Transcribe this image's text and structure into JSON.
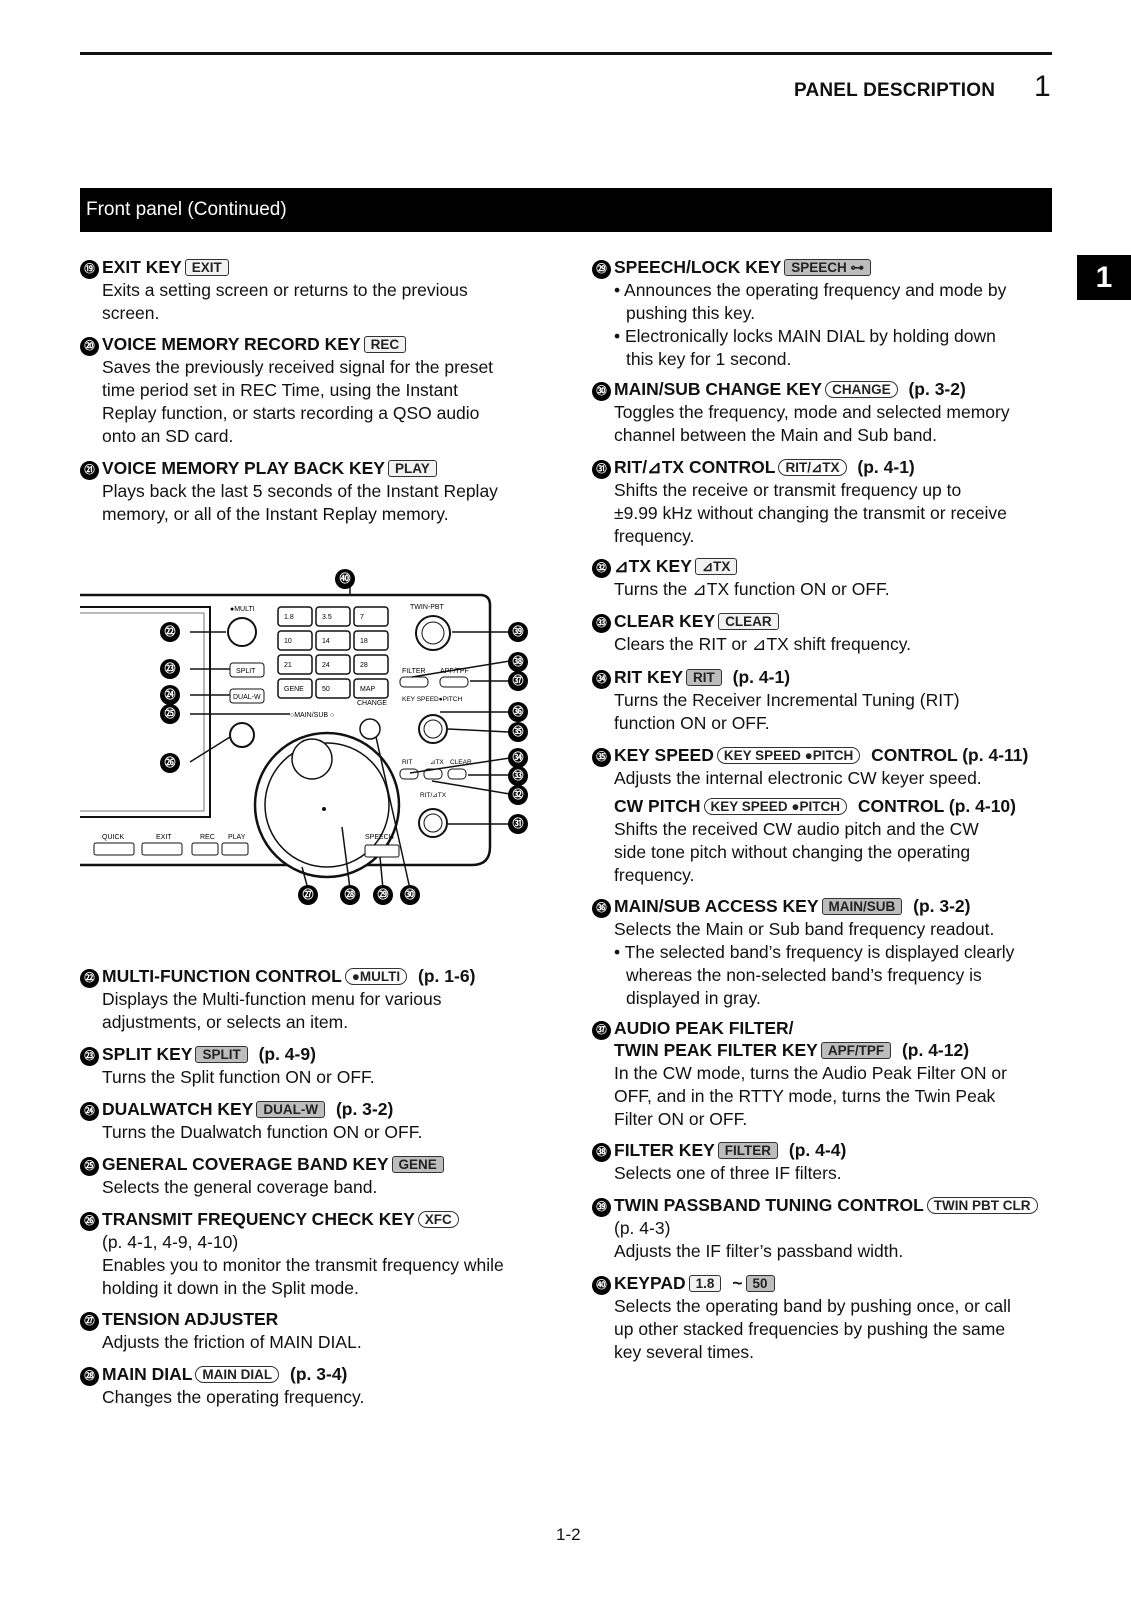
{
  "header": {
    "title": "PANEL DESCRIPTION",
    "chapter": "1",
    "section": "Front panel (Continued)",
    "side_tab": "1"
  },
  "left": [
    {
      "n": "⑲",
      "title": "EXIT KEY",
      "key": "EXIT",
      "ref": "",
      "lines": [
        "Exits a setting screen or returns to the previous",
        "screen."
      ]
    },
    {
      "n": "⑳",
      "title": "VOICE MEMORY RECORD KEY",
      "key": "REC",
      "ref": "",
      "lines": [
        "Saves the previously received signal for the preset",
        "time period set in REC Time, using the Instant",
        "Replay function, or starts recording a QSO audio",
        "onto an SD card."
      ]
    },
    {
      "n": "㉑",
      "title": "VOICE MEMORY PLAY BACK KEY",
      "key": "PLAY",
      "ref": "",
      "lines": [
        "Plays back the last 5 seconds of the Instant Replay",
        "memory, or all of the Instant Replay memory."
      ]
    },
    {
      "n": "㉒",
      "title": "MULTI-FUNCTION CONTROL",
      "key": "●MULTI",
      "ref": "(p. 1-6)",
      "lines": [
        "Displays the Multi-function menu for various",
        "adjustments, or selects an item."
      ]
    },
    {
      "n": "㉓",
      "title": "SPLIT KEY",
      "key": "SPLIT",
      "ref": "(p. 4-9)",
      "lines": [
        "Turns the Split function ON or OFF."
      ]
    },
    {
      "n": "㉔",
      "title": "DUALWATCH KEY",
      "key": "DUAL-W",
      "ref": "(p. 3-2)",
      "lines": [
        "Turns the Dualwatch function ON or OFF."
      ]
    },
    {
      "n": "㉕",
      "title": "GENERAL COVERAGE BAND KEY",
      "key": "GENE",
      "ref": "",
      "lines": [
        "Selects the general coverage band."
      ]
    },
    {
      "n": "㉖",
      "title": "TRANSMIT FREQUENCY CHECK KEY",
      "key": "XFC",
      "ref": "",
      "lines": [
        "(p. 4-1, 4-9, 4-10)",
        "Enables you to monitor the transmit frequency while",
        "holding it down in the Split mode."
      ]
    },
    {
      "n": "㉗",
      "title": "TENSION ADJUSTER",
      "key": "",
      "ref": "",
      "lines": [
        "Adjusts the friction of MAIN DIAL."
      ]
    },
    {
      "n": "㉘",
      "title": "MAIN DIAL",
      "key": "MAIN DIAL",
      "ref": "(p. 3-4)",
      "lines": [
        "Changes the operating frequency."
      ]
    }
  ],
  "right": [
    {
      "n": "㉙",
      "title": "SPEECH/LOCK KEY",
      "key": "SPEECH ⊶",
      "ref": "",
      "lines": [
        "• Announces the operating frequency and mode by",
        "pushing this key.",
        "• Electronically locks MAIN DIAL by holding down",
        "this key for 1 second."
      ]
    },
    {
      "n": "㉚",
      "title": "MAIN/SUB CHANGE KEY",
      "key": "CHANGE",
      "ref": "(p. 3-2)",
      "lines": [
        "Toggles the frequency, mode and selected memory",
        "channel between the Main and Sub band."
      ]
    },
    {
      "n": "㉛",
      "title": "RIT/⊿TX CONTROL",
      "key": "RIT/⊿TX",
      "ref": "(p. 4-1)",
      "lines": [
        "Shifts the receive or transmit frequency up to",
        "±9.99 kHz without changing the transmit or receive",
        "frequency."
      ]
    },
    {
      "n": "㉜",
      "title": "⊿TX KEY",
      "key": "⊿TX",
      "ref": "",
      "lines": [
        "Turns the ⊿TX function ON or OFF."
      ]
    },
    {
      "n": "㉝",
      "title": "CLEAR KEY",
      "key": "CLEAR",
      "ref": "",
      "lines": [
        "Clears the RIT or ⊿TX shift frequency."
      ]
    },
    {
      "n": "㉞",
      "title": "RIT KEY",
      "key": "RIT",
      "ref": "(p. 4-1)",
      "lines": [
        "Turns the Receiver Incremental Tuning (RIT)",
        "function ON or OFF."
      ]
    },
    {
      "n": "㉟",
      "title": "KEY SPEED",
      "key": "KEY SPEED ●PITCH",
      "ref": "CONTROL (p. 4-11)",
      "lines": [
        "Adjusts the internal electronic CW keyer speed."
      ]
    },
    {
      "n": "",
      "title": "CW PITCH",
      "key": "KEY SPEED ●PITCH",
      "ref": "CONTROL (p. 4-10)",
      "lines": [
        "Shifts the received CW audio pitch and the CW",
        "side tone pitch without changing the operating",
        "frequency."
      ]
    },
    {
      "n": "㊱",
      "title": "MAIN/SUB ACCESS KEY",
      "key": "MAIN/SUB",
      "ref": "(p. 3-2)",
      "lines": [
        "Selects the Main or Sub band frequency readout.",
        "• The selected band’s frequency is displayed clearly",
        "whereas the non-selected band’s frequency is",
        "displayed in gray."
      ]
    },
    {
      "n": "㊲",
      "title": "AUDIO PEAK FILTER/",
      "key": "",
      "ref": "",
      "lines": []
    },
    {
      "n": "",
      "title": "TWIN PEAK FILTER KEY",
      "key": "APF/TPF",
      "ref": "(p. 4-12)",
      "lines": [
        "In the CW mode, turns the Audio Peak Filter ON or",
        "OFF, and in the RTTY mode, turns the Twin Peak",
        "Filter ON or OFF."
      ]
    },
    {
      "n": "㊳",
      "title": "FILTER KEY",
      "key": "FILTER",
      "ref": "(p. 4-4)",
      "lines": [
        "Selects one of three IF filters."
      ]
    },
    {
      "n": "㊴",
      "title": "TWIN PASSBAND TUNING CONTROL",
      "key": "TWIN PBT CLR",
      "ref": "",
      "lines": [
        "(p. 4-3)",
        "Adjusts the IF filter’s passband width."
      ]
    },
    {
      "n": "㊵",
      "title": "KEYPAD",
      "key": "1.8",
      "ref": "~",
      "key2": "50",
      "lines": [
        "Selects the operating band by pushing once, or call",
        "up other stacked frequencies by pushing the same",
        "key several times."
      ]
    }
  ],
  "panel": {
    "labels": {
      "multi": "●MULTI",
      "twin": "TWIN-PBT",
      "apf": "APF/TPF",
      "filt": "FILTER",
      "keyspeed": "KEY SPEED●PITCH",
      "mainsub": "○MAIN/SUB ○",
      "cha": "CHANGE",
      "rit": "RIT",
      "dtx": "⊿TX",
      "clear": "CLEAR",
      "ritc": "RIT/⊿TX",
      "quick": "QUICK",
      "exit": "EXIT",
      "rec": "REC",
      "play": "PLAY",
      "speech": "SPEECH",
      "split": "SPLIT",
      "dualw": "DUAL-W"
    },
    "keypad": [
      "1.8",
      "3.5",
      "7",
      "10",
      "14",
      "18",
      "21",
      "24",
      "28",
      "GENE",
      "50",
      "MAP"
    ],
    "callouts": [
      "㊵",
      "㉒",
      "㉓",
      "㉔",
      "㉕",
      "㉖",
      "㊴",
      "㊳",
      "㊲",
      "㊱",
      "㉟",
      "㉞",
      "㉝",
      "㉜",
      "㉛",
      "㉗",
      "㉘",
      "㉙",
      "㉚"
    ]
  },
  "footer": "1-2"
}
